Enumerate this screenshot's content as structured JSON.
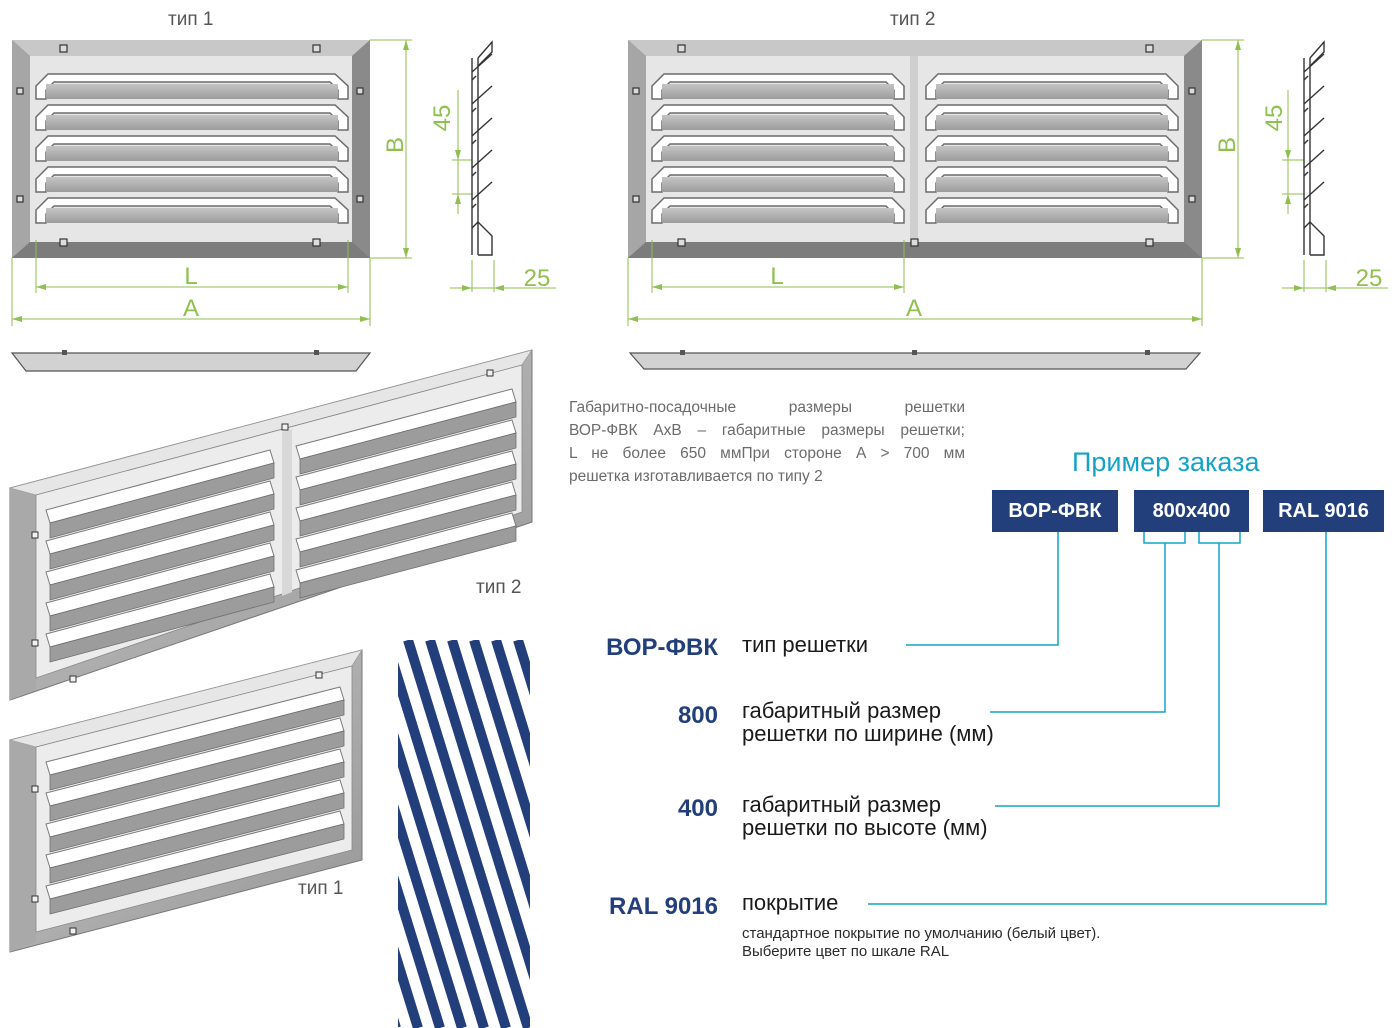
{
  "drawings": {
    "type1_label": "тип 1",
    "type2_label": "тип 2",
    "dimension_labels": {
      "width": "А",
      "height": "В",
      "louver_length": "L",
      "step": "45",
      "depth": "25"
    }
  },
  "description": {
    "lines": [
      "Габаритно-посадочные размеры решетки",
      "ВОР-ФВК АхВ – габаритные размеры решетки;",
      "L не более 650 ммПри стороне А > 700 мм",
      "решетка изготавливается по типу 2"
    ]
  },
  "order_example": {
    "title": "Пример заказа",
    "boxes": [
      "ВОР-ФВК",
      "800х400",
      "RAL 9016"
    ],
    "rows": [
      {
        "code": "ВОР-ФВК",
        "lines": [
          "тип решетки"
        ]
      },
      {
        "code": "800",
        "lines": [
          "габаритный размер",
          "решетки по ширине (мм)"
        ]
      },
      {
        "code": "400",
        "lines": [
          "габаритный размер",
          "решетки по высоте (мм)"
        ]
      },
      {
        "code": "RAL 9016",
        "lines": [
          "покрытие"
        ]
      }
    ],
    "note_lines": [
      "стандартное покрытие по умолчанию (белый цвет).",
      "Выберите цвет по шкале RAL"
    ]
  },
  "colors": {
    "brand_navy": "#233f7b",
    "accent_cyan": "#14a3c7",
    "dimension_green": "#8fbf4e"
  }
}
